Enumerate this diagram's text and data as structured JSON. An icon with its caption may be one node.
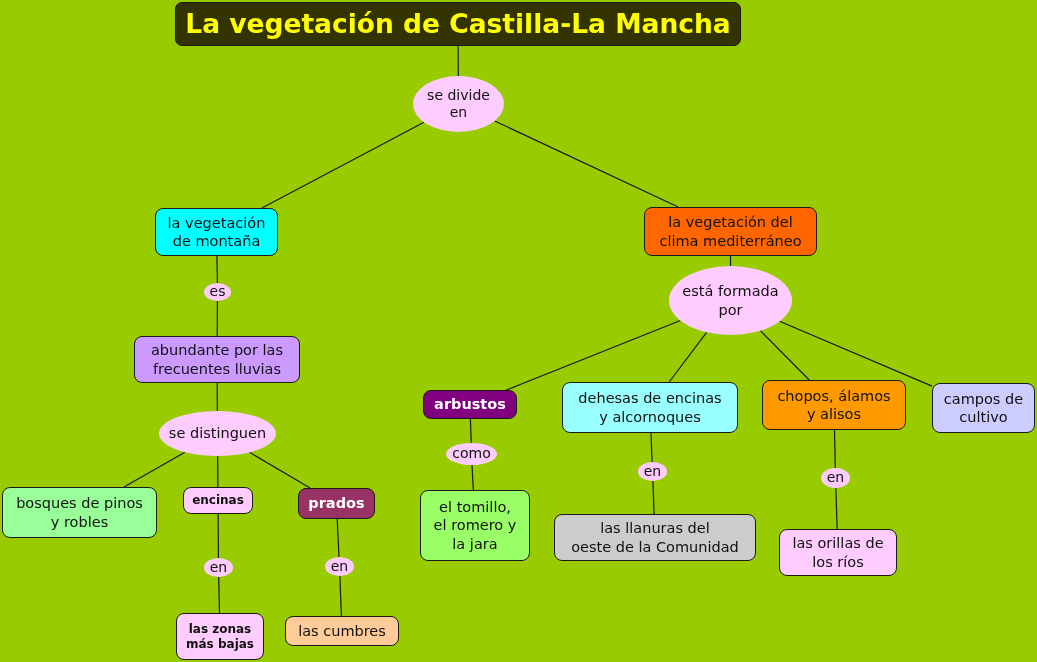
{
  "diagram": {
    "nodes": [
      {
        "text": [
          "La vegetación de Castilla-La Mancha"
        ]
      },
      {
        "text": [
          "se divide en"
        ]
      },
      {
        "text": [
          "la vegetación de montaña"
        ]
      },
      {
        "text": [
          "la vegetación del clima mediterráneo"
        ]
      },
      {
        "text": [
          "es"
        ]
      },
      {
        "text": [
          "está formada por"
        ]
      },
      {
        "text": [
          "abundante por las frecuentes lluvias"
        ]
      },
      {
        "text": [
          "arbustos"
        ]
      },
      {
        "text": [
          "dehesas de encinas y alcornoques"
        ]
      },
      {
        "text": [
          "chopos, álamos y alisos"
        ]
      },
      {
        "text": [
          "campos de cultivo"
        ]
      },
      {
        "text": [
          "se distinguen"
        ]
      },
      {
        "text": [
          "como"
        ]
      },
      {
        "text": [
          "en"
        ]
      },
      {
        "text": [
          "en"
        ]
      },
      {
        "text": [
          "bosques de pinos y robles"
        ]
      },
      {
        "text": [
          "encinas"
        ]
      },
      {
        "text": [
          "prados"
        ]
      },
      {
        "text": [
          "el tomillo, el romero y la jara"
        ]
      },
      {
        "text": [
          "las llanuras del oeste de la Comunidad"
        ]
      },
      {
        "text": [
          "las orillas de los ríos"
        ]
      },
      {
        "text": [
          "en"
        ]
      },
      {
        "text": [
          "en"
        ]
      },
      {
        "text": [
          "las zonas más bajas"
        ]
      },
      {
        "text": [
          "las cumbres"
        ]
      }
    ],
    "edges": [
      {
        "from": 0,
        "to": 1,
        "arrow": "none"
      },
      {
        "from": 1,
        "to": 2,
        "arrow": "none"
      },
      {
        "from": 1,
        "to": 3,
        "arrow": "none"
      },
      {
        "from": 2,
        "to": 4,
        "arrow": "none"
      },
      {
        "from": 4,
        "to": 6,
        "arrow": "none"
      },
      {
        "from": 6,
        "to": 11,
        "arrow": "none"
      },
      {
        "from": 11,
        "to": 15,
        "arrow": "none"
      },
      {
        "from": 11,
        "to": 16,
        "arrow": "none"
      },
      {
        "from": 11,
        "to": 17,
        "arrow": "none"
      },
      {
        "from": 16,
        "to": 21,
        "arrow": "none"
      },
      {
        "from": 21,
        "to": 23,
        "arrow": "none"
      },
      {
        "from": 17,
        "to": 22,
        "arrow": "none"
      },
      {
        "from": 22,
        "to": 24,
        "arrow": "none"
      },
      {
        "from": 3,
        "to": 5,
        "arrow": "none"
      },
      {
        "from": 5,
        "to": 7,
        "arrow": "none"
      },
      {
        "from": 5,
        "to": 8,
        "arrow": "none"
      },
      {
        "from": 5,
        "to": 9,
        "arrow": "none"
      },
      {
        "from": 5,
        "to": 10,
        "arrow": "none"
      },
      {
        "from": 7,
        "to": 12,
        "arrow": "none"
      },
      {
        "from": 12,
        "to": 18,
        "arrow": "none"
      },
      {
        "from": 8,
        "to": 13,
        "arrow": "none"
      },
      {
        "from": 13,
        "to": 19,
        "arrow": "none"
      },
      {
        "from": 9,
        "to": 14,
        "arrow": "none"
      },
      {
        "from": 14,
        "to": 20,
        "arrow": "none"
      }
    ]
  }
}
